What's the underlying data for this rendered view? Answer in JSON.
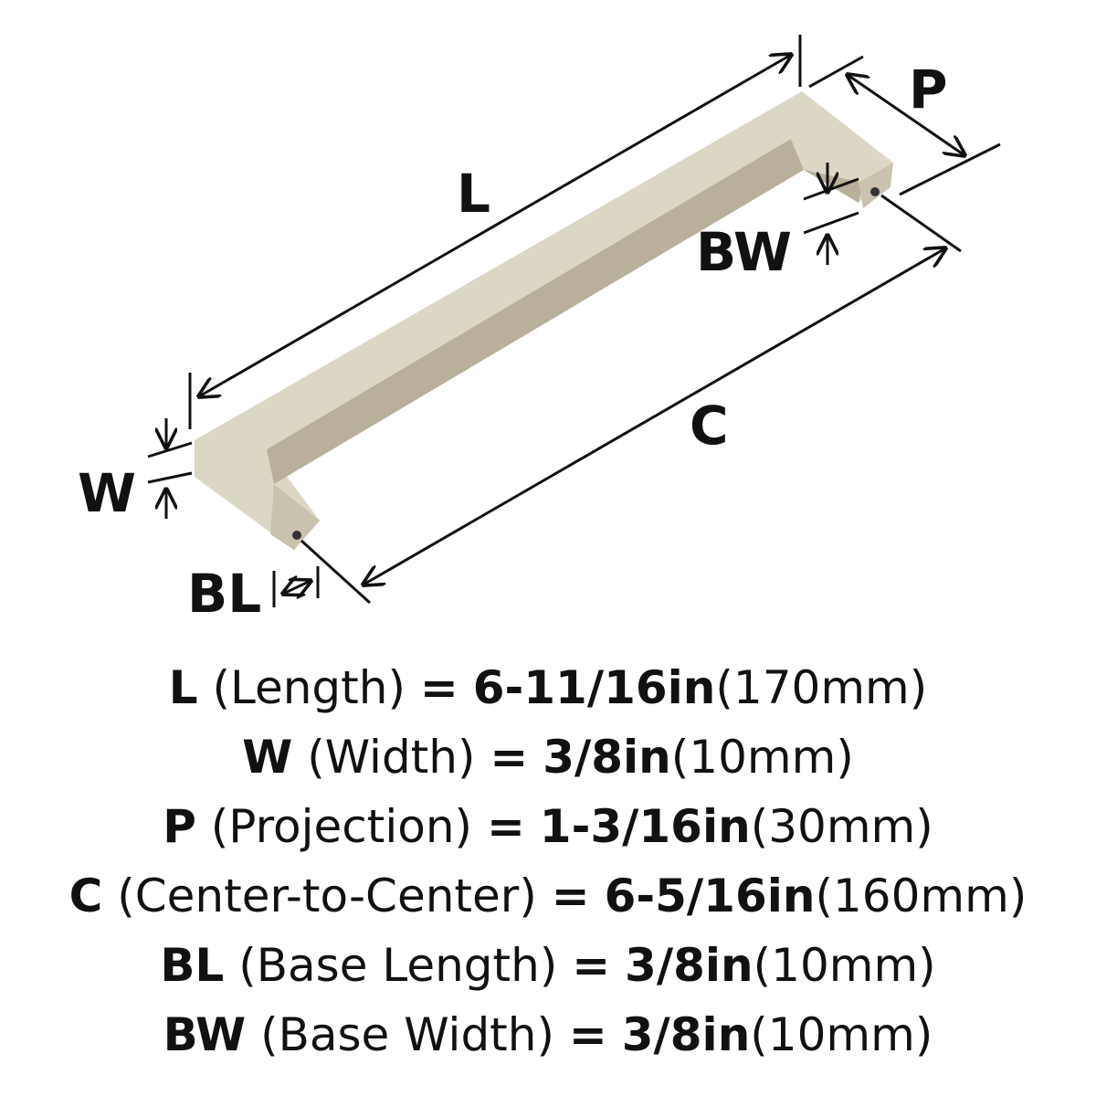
{
  "diagram": {
    "labels": {
      "L": "L",
      "P": "P",
      "BW": "BW",
      "C": "C",
      "W": "W",
      "BL": "BL"
    },
    "colors": {
      "finish_light": "#dcd6c5",
      "finish_mid": "#c9c2ae",
      "finish_dark": "#aea690",
      "line": "#111111"
    }
  },
  "specs": [
    {
      "key": "L",
      "name": "(Length)",
      "eq": "=",
      "imperial": "6-11/16in",
      "metric": "(170mm)"
    },
    {
      "key": "W",
      "name": "(Width)",
      "eq": "=",
      "imperial": "3/8in",
      "metric": "(10mm)"
    },
    {
      "key": "P",
      "name": "(Projection)",
      "eq": "=",
      "imperial": "1-3/16in",
      "metric": "(30mm)"
    },
    {
      "key": "C",
      "name": "(Center-to-Center)",
      "eq": "=",
      "imperial": "6-5/16in",
      "metric": "(160mm)"
    },
    {
      "key": "BL",
      "name": "(Base Length)",
      "eq": "=",
      "imperial": "3/8in",
      "metric": "(10mm)"
    },
    {
      "key": "BW",
      "name": "(Base Width)",
      "eq": "=",
      "imperial": "3/8in",
      "metric": "(10mm)"
    }
  ]
}
